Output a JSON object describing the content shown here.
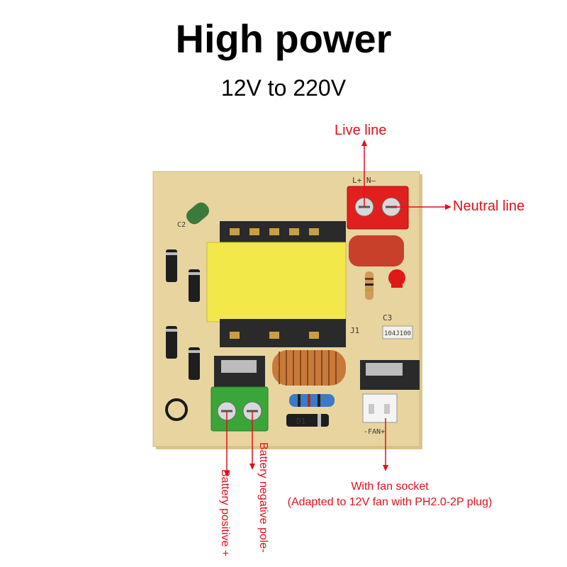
{
  "header": {
    "title": "High power",
    "subtitle": "12V to 220V"
  },
  "labels": {
    "live_line": "Live line",
    "neutral_line": "Neutral line",
    "fan_socket_line1": "With fan socket",
    "fan_socket_line2": "(Adapted to 12V fan with PH2.0-2P plug)",
    "battery_positive": "Battery positive +",
    "battery_negative": "Battery negative pole-"
  },
  "board_markings": {
    "terminal_top": "L+   N–",
    "capacitor_c3": "C3",
    "capacitor_code": "104J100",
    "fan_port": "-FAN+",
    "c2": "C2",
    "c3_side": "C3",
    "j1": "J1",
    "d1": "D1"
  },
  "colors": {
    "accent_red": "#e0101a",
    "pcb": "#e6d19a",
    "transformer_yellow": "#f2e84a",
    "terminal_red": "#e0201e",
    "terminal_green": "#3aa63a"
  }
}
